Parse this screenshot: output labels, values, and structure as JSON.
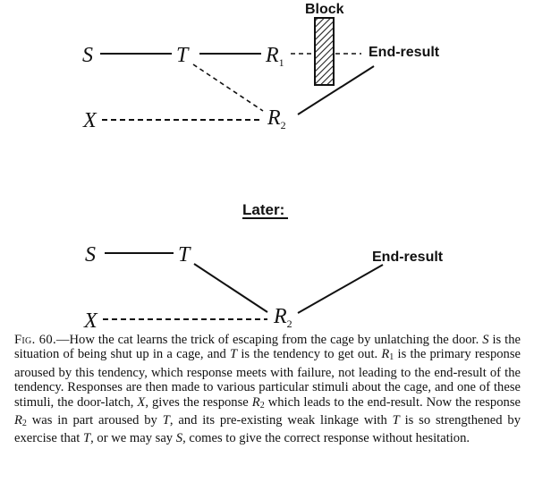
{
  "diagram_top": {
    "nodes": {
      "s": "S",
      "t": "T",
      "r1": "R",
      "r1_sub": "1",
      "x": "X",
      "r2": "R",
      "r2_sub": "2"
    },
    "block_label": "Block",
    "end_result": "End-result"
  },
  "diagram_bottom": {
    "heading": "Later:",
    "nodes": {
      "s": "S",
      "t": "T",
      "x": "X",
      "r2": "R",
      "r2_sub": "2"
    },
    "end_result": "End-result"
  },
  "caption": {
    "fig_label": "Fig. 60.",
    "text_1": "—How the cat learns the trick of escaping from the cage by unlatching the door. ",
    "s1": "S",
    "text_2": " is the situation of being shut up in a cage, and ",
    "t1": "T",
    "text_3": " is the tendency to get out. ",
    "r1": "R",
    "r1_sub": "1",
    "text_4": " is the primary response aroused by this tendency, which response meets with failure, not leading to the end-result of the tendency. Responses are then made to various particular stimuli about the cage, and one of these stimuli, the door-latch, ",
    "x1": "X",
    "text_5": ", gives the response ",
    "r2a": "R",
    "r2a_sub": "2",
    "text_6": " which leads to the end-result. Now the response ",
    "r2b": "R",
    "r2b_sub": "2",
    "text_7": " was in part aroused by ",
    "t2": "T",
    "text_8": ", and its pre-existing weak linkage with ",
    "t3": "T",
    "text_9": " is so strengthened by exercise that ",
    "t4": "T",
    "text_10": ", or we may say ",
    "s2": "S",
    "text_11": ", comes to give the correct response without hesitation."
  }
}
